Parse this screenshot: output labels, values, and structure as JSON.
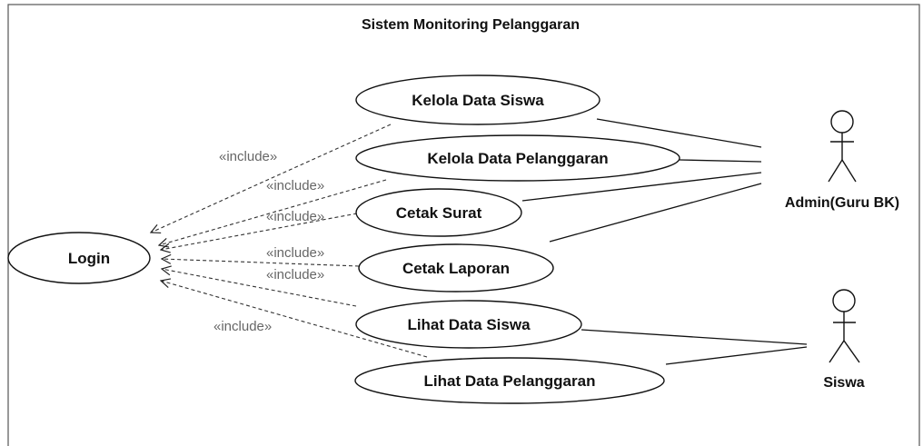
{
  "system": {
    "title": "Sistem Monitoring Pelanggaran"
  },
  "actors": {
    "admin": "Admin(Guru BK)",
    "siswa": "Siswa"
  },
  "use_cases": {
    "login": "Login",
    "kelola_data_siswa": "Kelola Data Siswa",
    "kelola_data_pelanggaran": "Kelola Data Pelanggaran",
    "cetak_surat": "Cetak Surat",
    "cetak_laporan": "Cetak Laporan",
    "lihat_data_siswa": "Lihat Data Siswa",
    "lihat_data_pelanggaran": "Lihat Data Pelanggaran"
  },
  "relations": {
    "include_label": "«include»"
  }
}
